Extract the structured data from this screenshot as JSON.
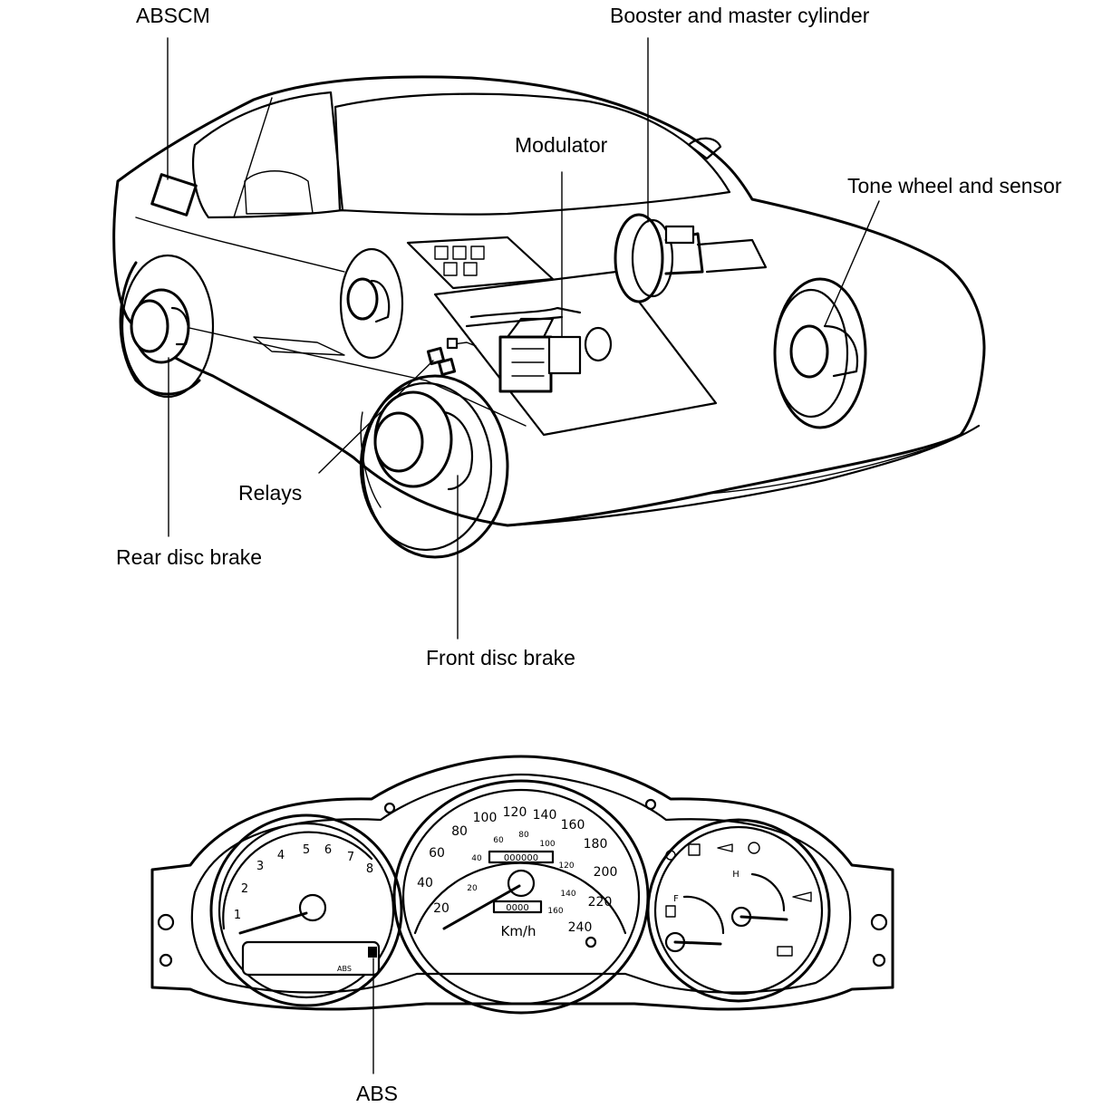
{
  "callouts": {
    "abscm": "ABSCM",
    "booster": "Booster and master cylinder",
    "modulator": "Modulator",
    "tone_wheel": "Tone wheel and sensor",
    "relays": "Relays",
    "rear_disc": "Rear disc brake",
    "front_disc": "Front disc brake",
    "abs": "ABS"
  },
  "cluster": {
    "tach_numbers": [
      "1",
      "2",
      "3",
      "4",
      "5",
      "6",
      "7",
      "8"
    ],
    "speed_outer": [
      "20",
      "40",
      "60",
      "80",
      "100",
      "120",
      "140",
      "160",
      "180",
      "200",
      "220",
      "240"
    ],
    "speed_inner": [
      "20",
      "40",
      "60",
      "80",
      "100",
      "120",
      "140",
      "160"
    ],
    "speed_unit": "Km/h",
    "odometer": "000000",
    "trip": "0000",
    "fuel_full": "F",
    "temp_hot": "H",
    "abs_lamp": "ABS"
  }
}
